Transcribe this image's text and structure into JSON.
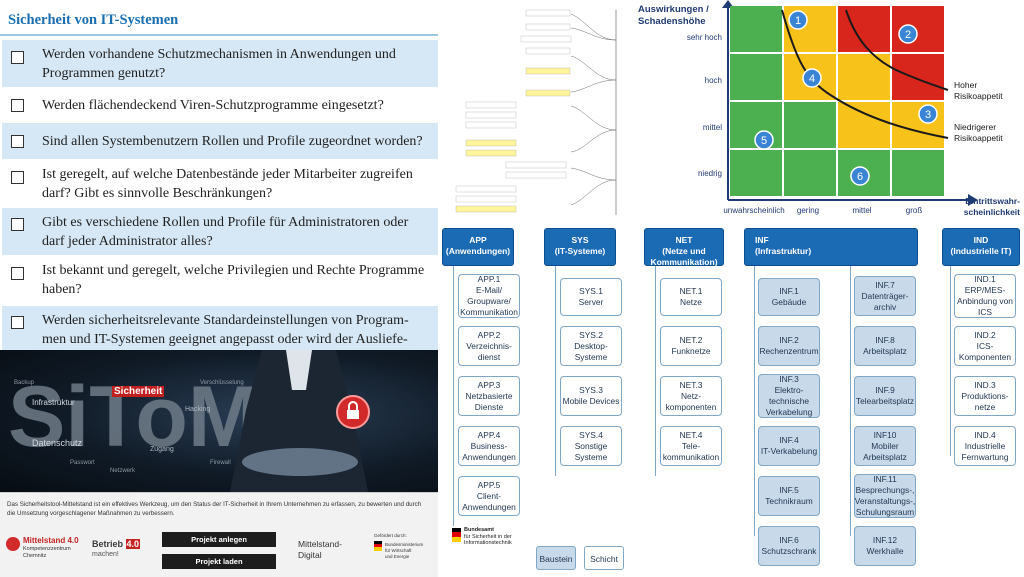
{
  "checklist": {
    "title": "Sicherheit von IT-Systemen",
    "questions": [
      {
        "line1": "Werden vorhandene Schutzmechanismen in Anwendungen und",
        "line2": "Programmen genutzt?"
      },
      {
        "line1": "Werden flächendeckend Viren-Schutzprogramme eingesetzt?",
        "line2": ""
      },
      {
        "line1": "Sind allen Systembenutzern Rollen und Profile zugeordnet worden?",
        "line2": ""
      },
      {
        "line1": "Ist geregelt, auf welche Datenbestände jeder Mitarbeiter zugreifen",
        "line2": "darf? Gibt es sinnvolle Beschränkungen?"
      },
      {
        "line1": "Gibt es verschiedene Rollen und Profile für Administratoren oder",
        "line2": "darf jeder Administrator alles?"
      },
      {
        "line1": "Ist bekannt und geregelt, welche Privilegien und Rechte Programme",
        "line2": "haben?"
      },
      {
        "line1": "Werden sicherheitsrelevante Standardeinstellungen von Program-",
        "line2": "men und IT-Systemen geeignet angepasst oder wird der Ausliefe-"
      }
    ]
  },
  "photo": {
    "brand": "SiToM",
    "words": [
      "Sicherheit",
      "Infrastruktur",
      "Datenschutz",
      "Zugang",
      "Hacking",
      "Passwort",
      "Verschlüsselung",
      "Backup",
      "Netzwerk",
      "Firewall"
    ]
  },
  "footer": {
    "intro": "Das Sicherheitstool-Mittelstand ist ein effektives Werkzeug, um den Status der IT-Sicherheit in Ihrem Unternehmen zu erfassen, zu bewerten und durch die Umsetzung vorgeschlagener Maßnahmen zu verbessern.",
    "btn_create": "Projekt anlegen",
    "btn_load": "Projekt laden",
    "logo_mittelstand": "Mittelstand 4.0",
    "logo_mittelstand_sub": "Kompetenzzentrum",
    "logo_mittelstand_city": "Chemnitz",
    "logo_betrieb": "Betrieb",
    "logo_betrieb_num": "4.0",
    "logo_betrieb_sub": "machen!",
    "logo_digital_1": "Mittelstand-",
    "logo_digital_2": "Digital",
    "ministry_1": "Gefördert durch:",
    "ministry_2": "Bundesministerium",
    "ministry_3": "für Wirtschaft",
    "ministry_4": "und Energie"
  },
  "risk": {
    "y_title_1": "Auswirkungen /",
    "y_title_2": "Schadenshöhe",
    "y_levels": [
      "sehr hoch",
      "hoch",
      "mittel",
      "niedrig"
    ],
    "x_levels": [
      "unwahrscheinlich",
      "gering",
      "mittel",
      "groß"
    ],
    "x_title_1": "Eintrittswahr-",
    "x_title_2": "scheinlichkeit",
    "high_1": "Hoher",
    "high_2": "Risikoappetit",
    "low_1": "Niedrigerer",
    "low_2": "Risikoappetit",
    "markers": [
      "1",
      "2",
      "3",
      "4",
      "5",
      "6"
    ],
    "colors": {
      "green": "#4caf50",
      "yellow": "#f7c21a",
      "red": "#d9261c",
      "marker": "#3a84d6"
    }
  },
  "bsi": {
    "app": {
      "h1": "APP",
      "h2": "(Anwendungen)",
      "items": [
        [
          "APP.1",
          "E-Mail/",
          "Groupware/",
          "Kommunikation"
        ],
        [
          "APP.2",
          "Verzeichnis-",
          "dienst"
        ],
        [
          "APP.3",
          "Netzbasierte",
          "Dienste"
        ],
        [
          "APP.4",
          "Business-",
          "Anwendungen"
        ],
        [
          "APP.5",
          "Client-",
          "Anwendungen"
        ]
      ]
    },
    "sys": {
      "h1": "SYS",
      "h2": "(IT-Systeme)",
      "items": [
        [
          "SYS.1",
          "Server"
        ],
        [
          "SYS.2",
          "Desktop-",
          "Systeme"
        ],
        [
          "SYS.3",
          "Mobile Devices"
        ],
        [
          "SYS.4",
          "Sonstige",
          "Systeme"
        ]
      ]
    },
    "net": {
      "h1": "NET",
      "h2": "(Netze und",
      "h3": "Kommunikation)",
      "items": [
        [
          "NET.1",
          "Netze"
        ],
        [
          "NET.2",
          "Funknetze"
        ],
        [
          "NET.3",
          "Netz-",
          "komponenten"
        ],
        [
          "NET.4",
          "Tele-",
          "kommunikation"
        ]
      ]
    },
    "inf": {
      "h1": "INF",
      "h2": "(Infrastruktur)",
      "left": [
        [
          "INF.1",
          "Gebäude"
        ],
        [
          "INF.2",
          "Rechenzentrum"
        ],
        [
          "INF.3",
          "Elektro-",
          "technische",
          "Verkabelung"
        ],
        [
          "INF.4",
          "IT-Verkabelung"
        ],
        [
          "INF.5",
          "Technikraum"
        ],
        [
          "INF.6",
          "Schutzschrank"
        ]
      ],
      "right": [
        [
          "INF.7",
          "Datenträger-",
          "archiv"
        ],
        [
          "INF.8",
          "Arbeitsplatz"
        ],
        [
          "INF.9",
          "Telearbeitsplatz"
        ],
        [
          "INF10",
          "Mobiler",
          "Arbeitsplatz"
        ],
        [
          "INF.11",
          "Besprechungs-,",
          "Veranstaltungs-,",
          "Schulungsraum"
        ],
        [
          "INF.12",
          "Werkhalle"
        ]
      ]
    },
    "ind": {
      "h1": "IND",
      "h2": "(Industrielle IT)",
      "items": [
        [
          "IND.1",
          "ERP/MES-",
          "Anbindung von",
          "ICS"
        ],
        [
          "IND.2",
          "ICS-",
          "Komponenten"
        ],
        [
          "IND.3",
          "Produktions-",
          "netze"
        ],
        [
          "IND.4",
          "Industrielle",
          "Fernwartung"
        ]
      ]
    },
    "agency_1": "Bundesamt",
    "agency_2": "für Sicherheit in der",
    "agency_3": "Informationstechnik",
    "legend_baustein": "Baustein",
    "legend_schicht": "Schicht"
  }
}
